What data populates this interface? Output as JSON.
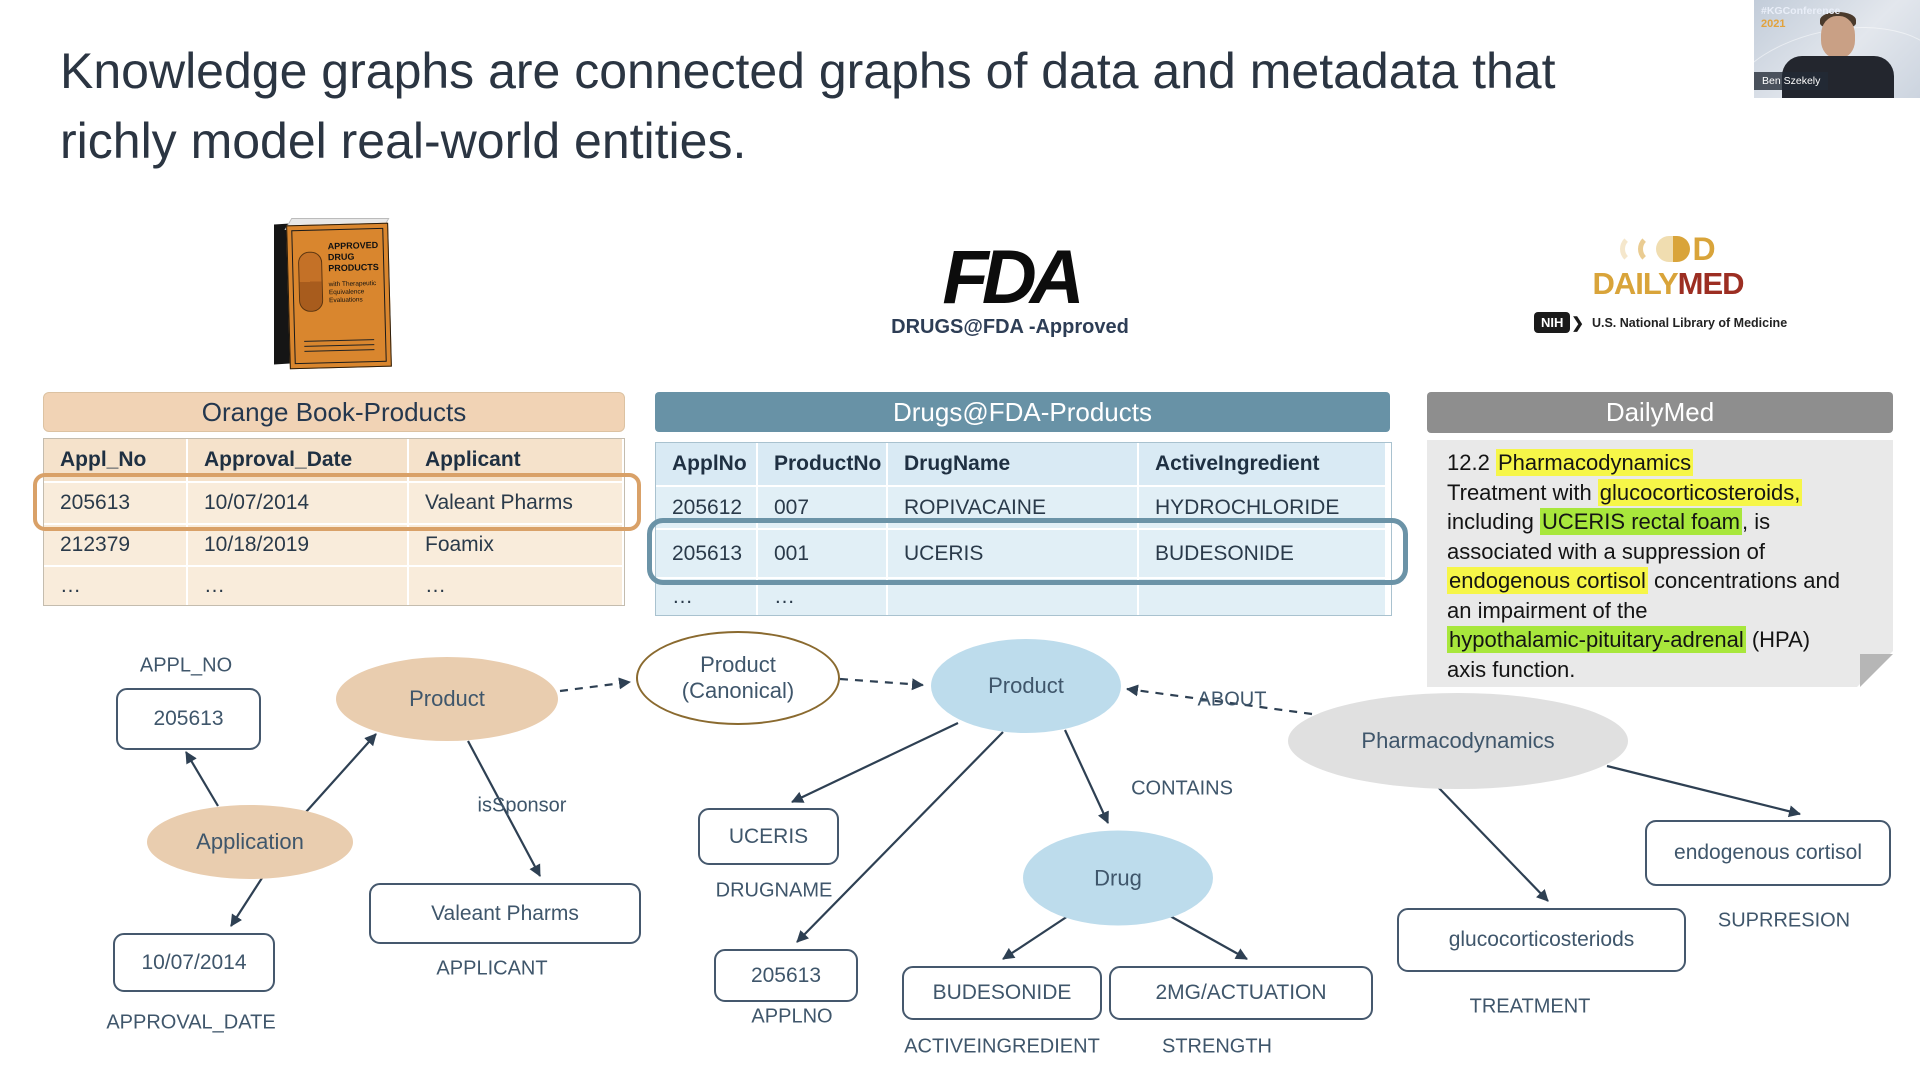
{
  "slide": {
    "title": {
      "line1": "Knowledge graphs are connected graphs of data and metadata that",
      "line2": "richly model real-world entities."
    }
  },
  "colors": {
    "highlight_yellow": "#f6f648",
    "highlight_green": "#a8e73c",
    "orange_accent": "#d9a168",
    "steel_accent": "#6b93a7",
    "tan_node": "#e9cdaf",
    "blue_node": "#bddcec",
    "gray_node": "#e0e0e0"
  },
  "sources": {
    "orange_book": {
      "logo": {
        "title": "APPROVED DRUG PRODUCTS",
        "subtitle": "with Therapeutic Equivalence Evaluations"
      },
      "table": {
        "title": "Orange Book-Products",
        "headers": [
          "Appl_No",
          "Approval_Date",
          "Applicant"
        ],
        "rows": [
          [
            "205613",
            "10/07/2014",
            "Valeant Pharms"
          ],
          [
            "212379",
            "10/18/2019",
            "Foamix"
          ],
          [
            "…",
            "…",
            "…"
          ]
        ]
      }
    },
    "drugs_fda": {
      "logo": {
        "text": "FDA",
        "caption": "DRUGS@FDA -Approved"
      },
      "table": {
        "title": "Drugs@FDA-Products",
        "headers": [
          "ApplNo",
          "ProductNo",
          "DrugName",
          "ActiveIngredient"
        ],
        "rows": [
          [
            "205612",
            "007",
            "ROPIVACAINE",
            "HYDROCHLORIDE"
          ],
          [
            "205613",
            "001",
            "UCERIS",
            "BUDESONIDE"
          ],
          [
            "…",
            "…",
            "",
            ""
          ]
        ]
      }
    },
    "dailymed": {
      "logo": {
        "d": "D",
        "daily": "DAILY",
        "med": "MED",
        "nih": "NIH",
        "nih_caption": "U.S. National Library of Medicine"
      },
      "panel": {
        "title": "DailyMed",
        "lines": [
          [
            {
              "text": "12.2 ",
              "hl": "none"
            },
            {
              "text": "Pharmacodynamics",
              "hl": "yellow"
            }
          ],
          [
            {
              "text": "Treatment with ",
              "hl": "none"
            },
            {
              "text": "glucocorticosteroids,",
              "hl": "yellow"
            }
          ],
          [
            {
              "text": "including ",
              "hl": "none"
            },
            {
              "text": "UCERIS rectal foam",
              "hl": "green"
            },
            {
              "text": ", is",
              "hl": "none"
            }
          ],
          [
            {
              "text": "associated with a suppression of",
              "hl": "none"
            }
          ],
          [
            {
              "text": "endogenous cortisol",
              "hl": "yellow"
            },
            {
              "text": " concentrations and",
              "hl": "none"
            }
          ],
          [
            {
              "text": "an impairment of the",
              "hl": "none"
            }
          ],
          [
            {
              "text": "hypothalamic-pituitary-adrenal",
              "hl": "green"
            },
            {
              "text": " (HPA)",
              "hl": "none"
            }
          ],
          [
            {
              "text": "axis function.",
              "hl": "none"
            }
          ]
        ]
      }
    }
  },
  "graph": {
    "nodes": {
      "product_ob": "Product",
      "application": "Application",
      "product_canonical_line1": "Product",
      "product_canonical_line2": "(Canonical)",
      "product_fda": "Product",
      "drug": "Drug",
      "pharmacodynamics": "Pharmacodynamics"
    },
    "values": {
      "appl_no": "205613",
      "approval_date": "10/07/2014",
      "applicant": "Valeant Pharms",
      "drugname": "UCERIS",
      "applno": "205613",
      "activeingredient": "BUDESONIDE",
      "strength": "2MG/ACTUATION",
      "treatment": "glucocorticosteriods",
      "suppression": "endogenous cortisol"
    },
    "labels": {
      "appl_no": "APPL_NO",
      "approval_date": "APPROVAL_DATE",
      "applicant": "APPLICANT",
      "is_sponsor": "isSponsor",
      "drugname": "DRUGNAME",
      "applno": "APPLNO",
      "activeingredient": "ACTIVEINGREDIENT",
      "strength": "STRENGTH",
      "contains": "CONTAINS",
      "about": "ABOUT",
      "treatment": "TREATMENT",
      "suppression": "SUPRRESION"
    }
  },
  "webcam": {
    "hashtag": "#KGConference",
    "year": "2021",
    "name": "Ben Szekely"
  }
}
